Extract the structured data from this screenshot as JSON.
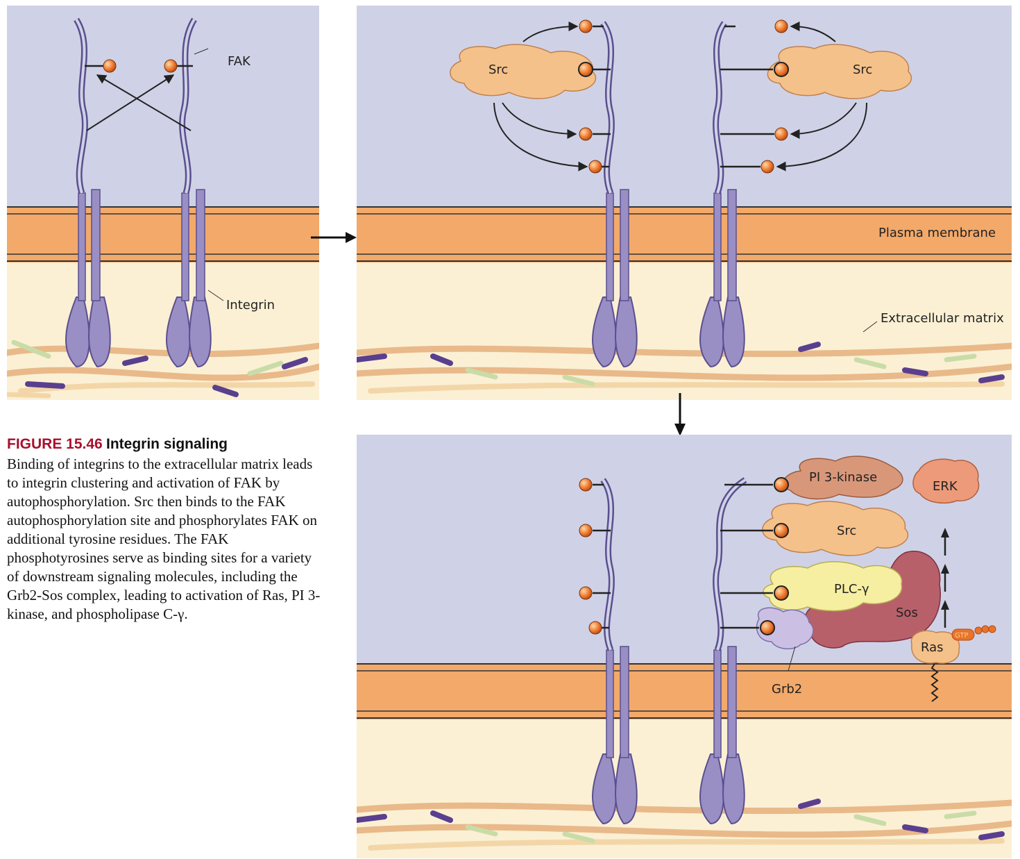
{
  "labels": {
    "fak": "FAK",
    "integrin": "Integrin",
    "src": "Src",
    "plasma_membrane": "Plasma membrane",
    "extracellular_matrix": "Extracellular matrix",
    "pi3k": "PI 3-kinase",
    "erk": "ERK",
    "plc": "PLC-γ",
    "sos": "Sos",
    "ras": "Ras",
    "grb2": "Grb2",
    "gtp": "GTP"
  },
  "caption": {
    "number": "FIGURE 15.46",
    "title": "Integrin signaling",
    "text": "Binding of integrins to the extracellular matrix leads to integrin clustering and activation of FAK by autophosphorylation. Src then binds to the FAK autophosphorylation site and phosphorylates FAK on additional tyrosine residues. The FAK phosphotyrosines serve as binding sites for a variety of downstream signaling molecules, including the Grb2-Sos complex, leading to activation of Ras, PI 3-kinase, and phospholipase C-γ."
  },
  "colors": {
    "cytoplasm": "#cfd2e6",
    "membrane": "#f2a96a",
    "extracellular": "#fbf0d4",
    "integrin": "#9a8fc4",
    "phosphate": "#e8742c",
    "src": "#f5c18a",
    "pi3k": "#d9977a",
    "plc": "#f6efa2",
    "sos": "#b8606a",
    "grb2": "#cbbfe4",
    "caption_accent": "#a8102e"
  }
}
